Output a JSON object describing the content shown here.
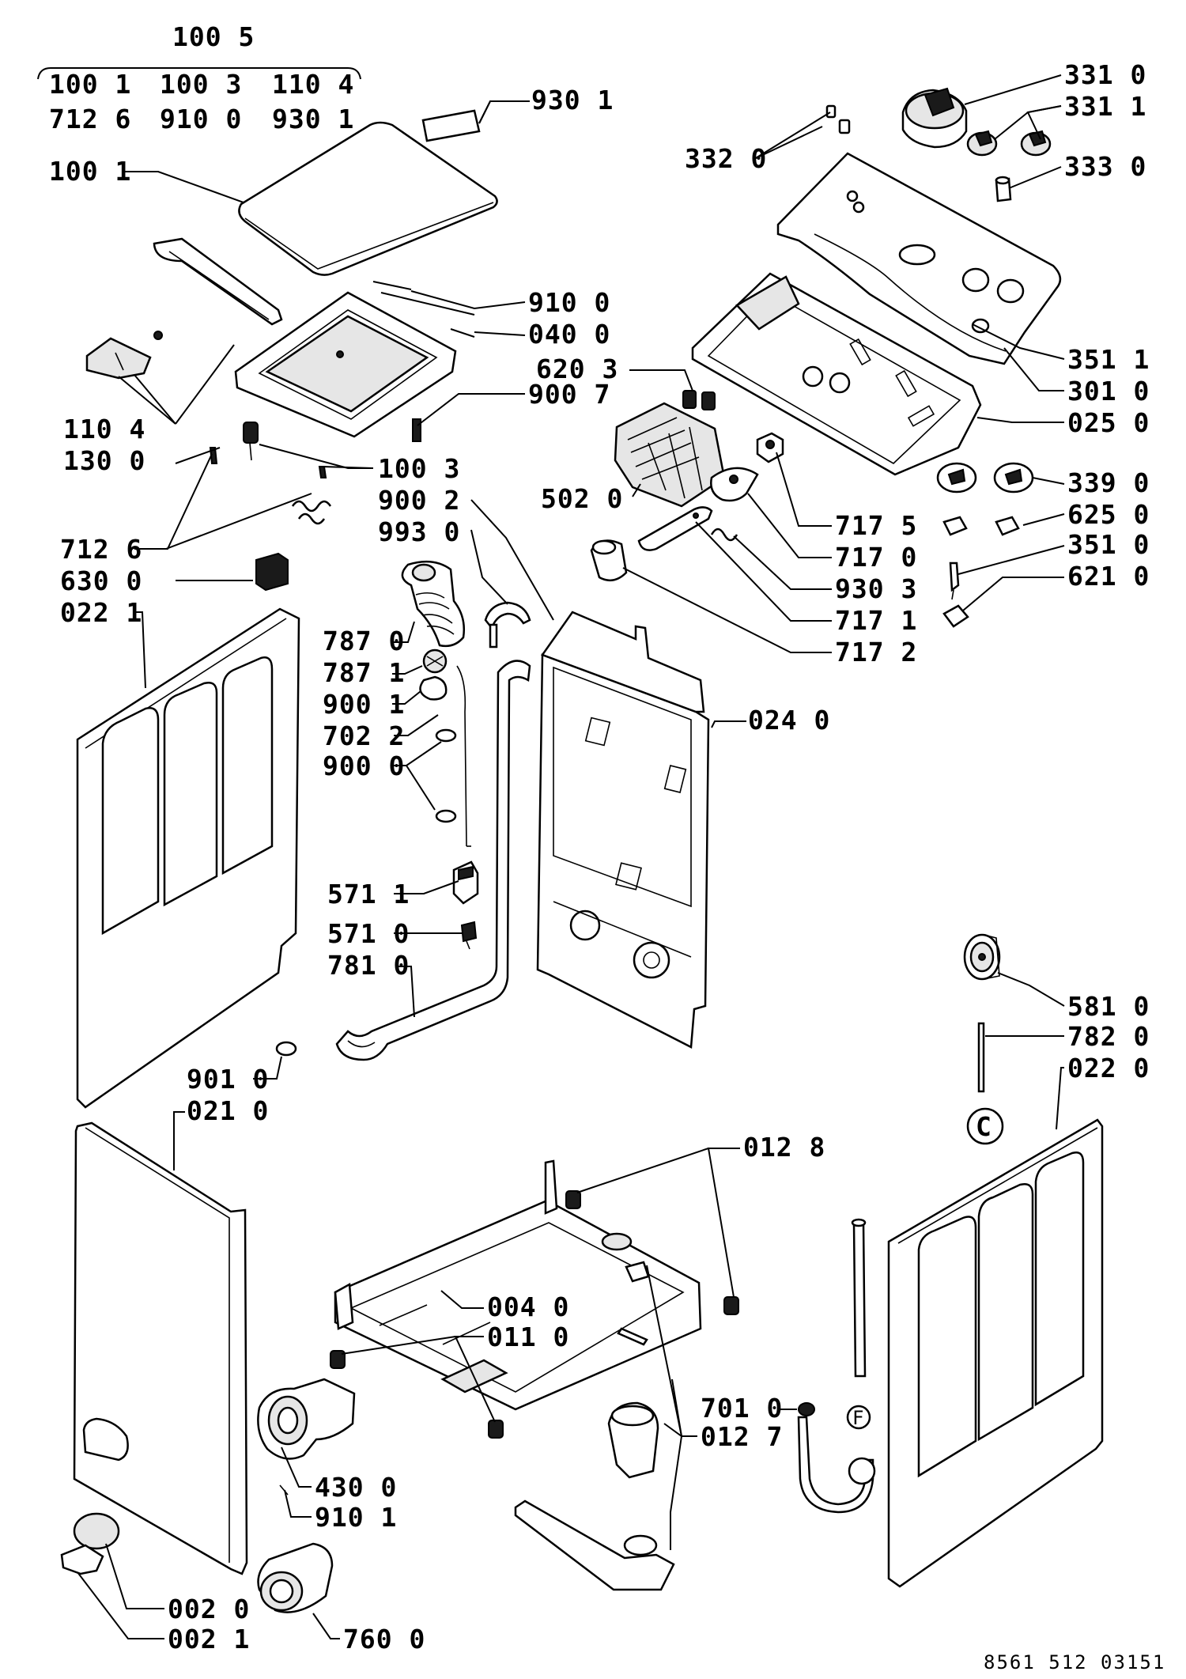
{
  "header": {
    "top_label": "100 5",
    "row1": [
      "100 1",
      "100 3",
      "110 4"
    ],
    "row2": [
      "712 6",
      "910 0",
      "930 1"
    ]
  },
  "labels": {
    "l_930_1_top": "930 1",
    "l_100_1": "100 1",
    "l_910_0": "910 0",
    "l_040_0": "040 0",
    "l_620_3": "620 3",
    "l_900_7": "900 7",
    "l_110_4": "110 4",
    "l_130_0": "130 0",
    "l_100_3": "100 3",
    "l_900_2": "900 2",
    "l_993_0": "993 0",
    "l_502_0": "502 0",
    "l_712_6": "712 6",
    "l_630_0": "630 0",
    "l_022_1": "022 1",
    "l_787_0": "787 0",
    "l_787_1": "787 1",
    "l_900_1": "900 1",
    "l_702_2": "702 2",
    "l_900_0": "900 0",
    "l_571_1": "571 1",
    "l_571_0": "571 0",
    "l_781_0": "781 0",
    "l_901_0": "901 0",
    "l_021_0": "021 0",
    "l_024_0": "024 0",
    "l_331_0": "331 0",
    "l_331_1": "331 1",
    "l_332_0": "332 0",
    "l_333_0": "333 0",
    "l_351_1": "351 1",
    "l_301_0": "301 0",
    "l_025_0": "025 0",
    "l_339_0": "339 0",
    "l_625_0": "625 0",
    "l_351_0": "351 0",
    "l_621_0": "621 0",
    "l_717_5": "717 5",
    "l_717_0": "717 0",
    "l_930_3": "930 3",
    "l_717_1": "717 1",
    "l_717_2": "717 2",
    "l_581_0": "581 0",
    "l_782_0": "782 0",
    "l_022_0": "022 0",
    "l_012_8": "012 8",
    "l_004_0": "004 0",
    "l_011_0": "011 0",
    "l_701_0": "701 0",
    "l_012_7": "012 7",
    "l_430_0": "430 0",
    "l_910_1": "910 1",
    "l_002_0": "002 0",
    "l_002_1": "002 1",
    "l_760_0": "760 0"
  },
  "markers": {
    "c": "C",
    "f": "F"
  },
  "footer": {
    "document_number": "8561 512 03151"
  }
}
